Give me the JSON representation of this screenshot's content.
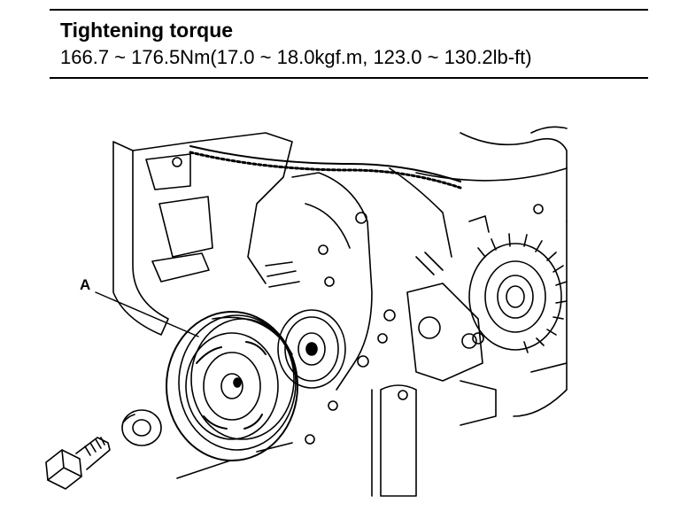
{
  "spec": {
    "title": "Tightening torque",
    "value": "166.7 ~ 176.5Nm(17.0 ~ 18.0kgf.m, 123.0 ~ 130.2lb-ft)"
  },
  "figure": {
    "callout_label": "A"
  }
}
